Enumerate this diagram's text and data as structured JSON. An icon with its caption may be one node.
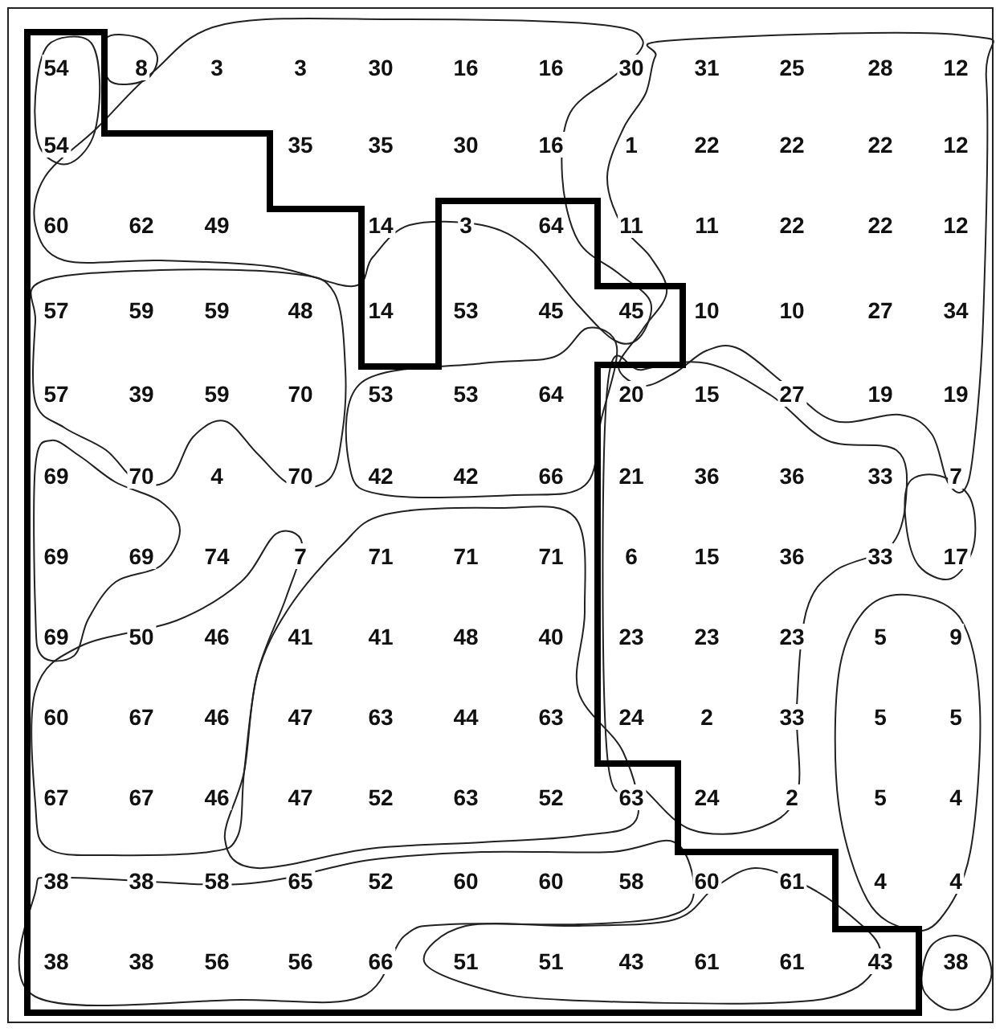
{
  "diagram": {
    "labels": [
      "54",
      "8",
      "3",
      "3",
      "30",
      "16",
      "16",
      "30",
      "31",
      "25",
      "28",
      "12",
      "54",
      "35",
      "35",
      "30",
      "16",
      "1",
      "22",
      "22",
      "22",
      "12",
      "60",
      "62",
      "49",
      "14",
      "3",
      "64",
      "11",
      "11",
      "22",
      "22",
      "12",
      "57",
      "59",
      "59",
      "48",
      "14",
      "53",
      "45",
      "45",
      "10",
      "10",
      "27",
      "34",
      "57",
      "39",
      "59",
      "70",
      "53",
      "53",
      "64",
      "20",
      "15",
      "27",
      "19",
      "19",
      "69",
      "70",
      "4",
      "70",
      "42",
      "42",
      "66",
      "21",
      "36",
      "36",
      "33",
      "7",
      "69",
      "69",
      "74",
      "7",
      "71",
      "71",
      "71",
      "6",
      "15",
      "36",
      "33",
      "17",
      "69",
      "50",
      "46",
      "41",
      "41",
      "48",
      "40",
      "23",
      "23",
      "23",
      "5",
      "9",
      "60",
      "67",
      "46",
      "47",
      "63",
      "44",
      "63",
      "24",
      "2",
      "33",
      "5",
      "5",
      "67",
      "67",
      "46",
      "47",
      "52",
      "63",
      "52",
      "63",
      "24",
      "2",
      "5",
      "4",
      "38",
      "38",
      "58",
      "65",
      "52",
      "60",
      "60",
      "58",
      "60",
      "61",
      "4",
      "4",
      "38",
      "38",
      "56",
      "56",
      "66",
      "51",
      "51",
      "43",
      "61",
      "61",
      "43",
      "38"
    ]
  }
}
